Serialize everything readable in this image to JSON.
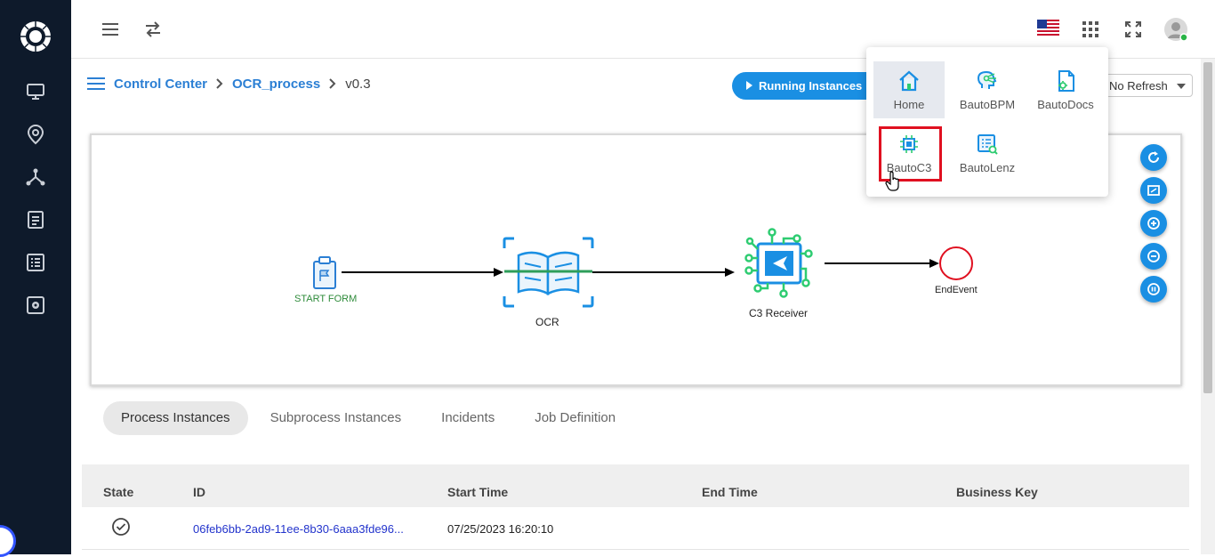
{
  "breadcrumb": {
    "items": [
      "Control Center",
      "OCR_process"
    ],
    "version": "v0.3"
  },
  "toolbar": {
    "running_label": "Running Instances",
    "refresh_value": "No Refresh"
  },
  "diagram": {
    "nodes": {
      "start": "START FORM",
      "ocr": "OCR",
      "c3": "C3 Receiver",
      "end": "EndEvent"
    }
  },
  "tabs": [
    {
      "label": "Process Instances",
      "active": true
    },
    {
      "label": "Subprocess Instances",
      "active": false
    },
    {
      "label": "Incidents",
      "active": false
    },
    {
      "label": "Job Definition",
      "active": false
    }
  ],
  "table": {
    "columns": [
      "State",
      "ID",
      "Start Time",
      "End Time",
      "Business Key"
    ],
    "rows": [
      {
        "state_icon": "check-circle-icon",
        "id": "06feb6bb-2ad9-11ee-8b30-6aaa3fde96...",
        "start_time": "07/25/2023 16:20:10",
        "end_time": "",
        "business_key": ""
      }
    ]
  },
  "apps": [
    {
      "label": "Home",
      "icon": "home-icon"
    },
    {
      "label": "BautoBPM",
      "icon": "bpm-icon"
    },
    {
      "label": "BautoDocs",
      "icon": "docs-icon"
    },
    {
      "label": "BautoC3",
      "icon": "c3-chip-icon"
    },
    {
      "label": "BautoLenz",
      "icon": "lenz-icon"
    }
  ],
  "colors": {
    "sidebar": "#0e1a2b",
    "accent": "#1a8fe3",
    "link": "#2b7fd4",
    "start_green": "#2e8b3a",
    "end_red": "#e01020",
    "highlight": "#e01020"
  }
}
